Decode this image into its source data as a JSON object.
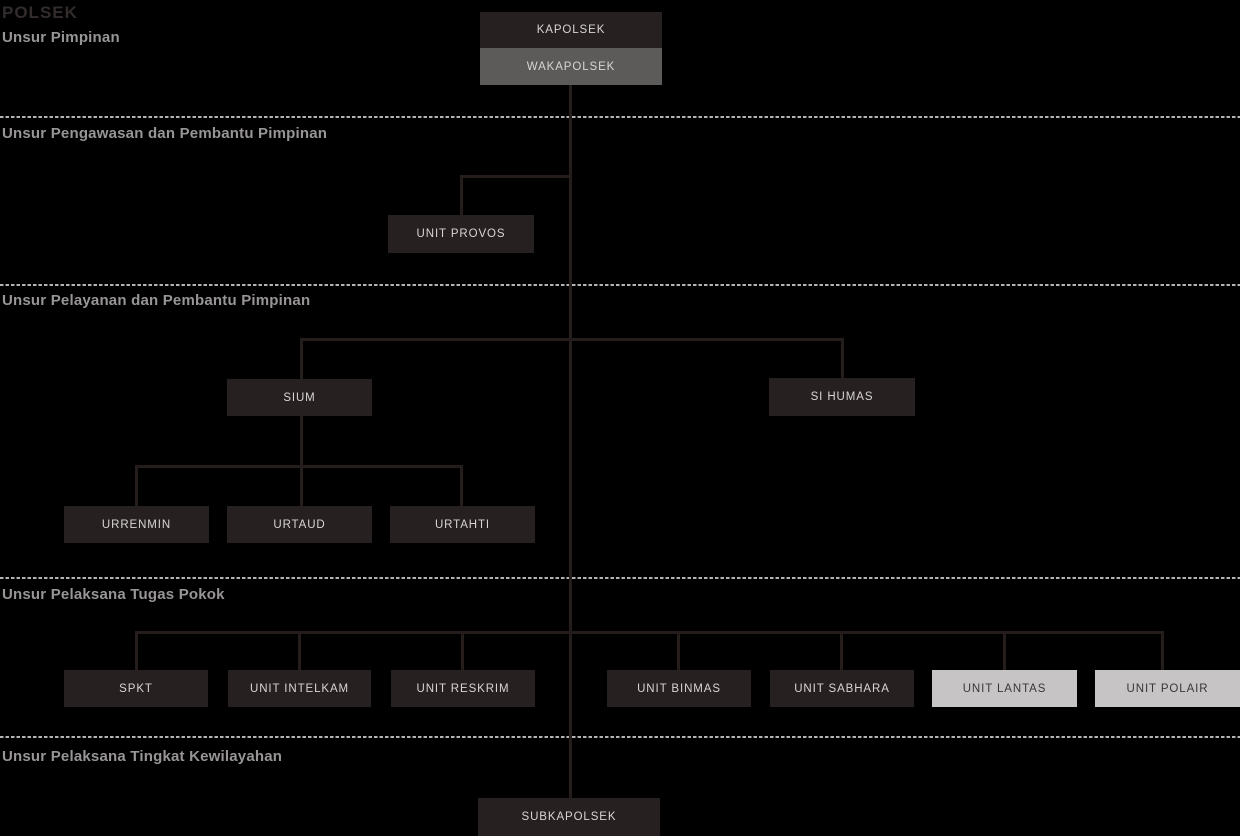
{
  "title": "POLSEK",
  "sections": [
    {
      "label": "Unsur Pimpinan"
    },
    {
      "label": "Unsur Pengawasan dan Pembantu Pimpinan"
    },
    {
      "label": "Unsur Pelayanan dan Pembantu Pimpinan"
    },
    {
      "label": "Unsur Pelaksana Tugas Pokok"
    },
    {
      "label": "Unsur Pelaksana Tingkat Kewilayahan"
    }
  ],
  "nodes": {
    "kapolsek": {
      "label": "KAPOLSEK",
      "variant": "dark"
    },
    "wakapolsek": {
      "label": "WAKAPOLSEK",
      "variant": "gray"
    },
    "unit_provos": {
      "label": "UNIT PROVOS",
      "variant": "dark"
    },
    "sium": {
      "label": "SIUM",
      "variant": "dark"
    },
    "si_humas": {
      "label": "SI HUMAS",
      "variant": "dark"
    },
    "urrenmin": {
      "label": "URRENMIN",
      "variant": "dark"
    },
    "urtaud": {
      "label": "URTAUD",
      "variant": "dark"
    },
    "urtahti": {
      "label": "URTAHTI",
      "variant": "dark"
    },
    "spkt": {
      "label": "SPKT",
      "variant": "dark"
    },
    "unit_intelkam": {
      "label": "UNIT INTELKAM",
      "variant": "dark"
    },
    "unit_reskrim": {
      "label": "UNIT RESKRIM",
      "variant": "dark"
    },
    "unit_binmas": {
      "label": "UNIT BINMAS",
      "variant": "dark"
    },
    "unit_sabhara": {
      "label": "UNIT SABHARA",
      "variant": "dark"
    },
    "unit_lantas": {
      "label": "UNIT LANTAS",
      "variant": "light"
    },
    "unit_polair": {
      "label": "UNIT POLAIR",
      "variant": "light"
    },
    "subkapolsek": {
      "label": "SUBKAPOLSEK",
      "variant": "dark"
    }
  },
  "colors": {
    "background": "#000000",
    "node_dark": "#262021",
    "node_gray": "#5d5a5a",
    "node_light": "#c6c4c4",
    "node_text_light": "#d8d5d4",
    "node_text_dark": "#3b3637",
    "connector": "#241d1b",
    "divider": "#b4b2b2",
    "section_label": "#989595",
    "title": "#322c2c"
  }
}
